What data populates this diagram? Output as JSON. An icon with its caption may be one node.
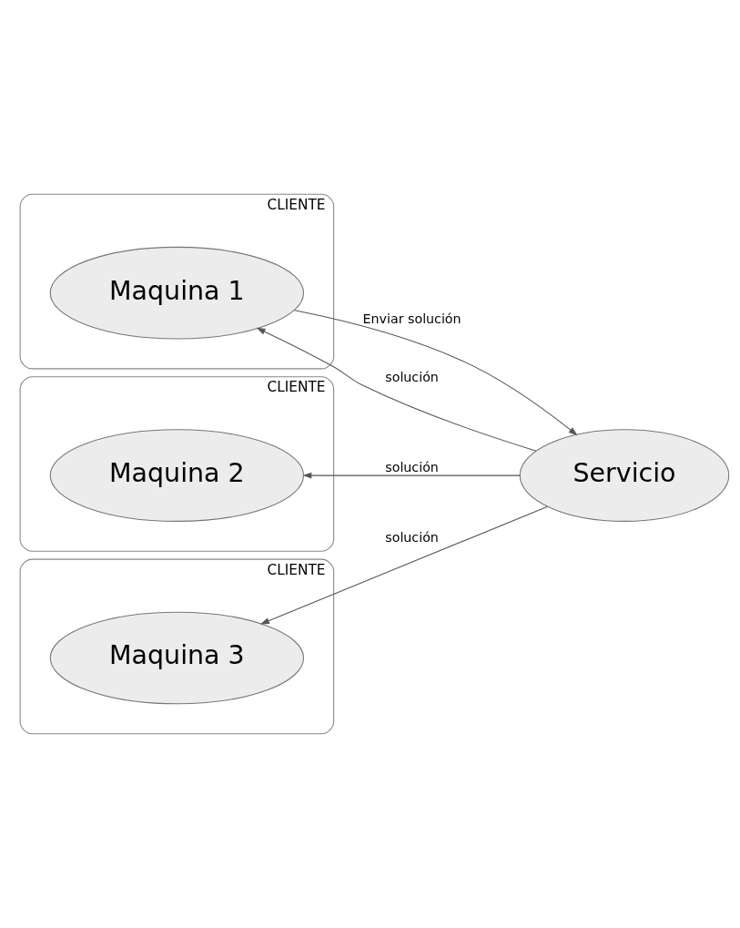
{
  "diagram": {
    "nodes": [
      {
        "text": [
          "CLIENTE"
        ]
      },
      {
        "text": [
          "Maquina 1"
        ],
        "in": 0
      },
      {
        "text": [
          "CLIENTE"
        ]
      },
      {
        "text": [
          "Maquina 2"
        ],
        "in": 2
      },
      {
        "text": [
          "CLIENTE"
        ]
      },
      {
        "text": [
          "Maquina 3"
        ],
        "in": 4
      },
      {
        "text": [
          "Servicio"
        ]
      }
    ],
    "edges": [
      {
        "from": 1,
        "to": 6,
        "arrow": "to",
        "label": "Enviar solución"
      },
      {
        "from": 6,
        "to": 1,
        "arrow": "to",
        "label": "solución"
      },
      {
        "from": 6,
        "to": 3,
        "arrow": "to",
        "label": "solución"
      },
      {
        "from": 6,
        "to": 5,
        "arrow": "to",
        "label": "solución"
      }
    ]
  }
}
